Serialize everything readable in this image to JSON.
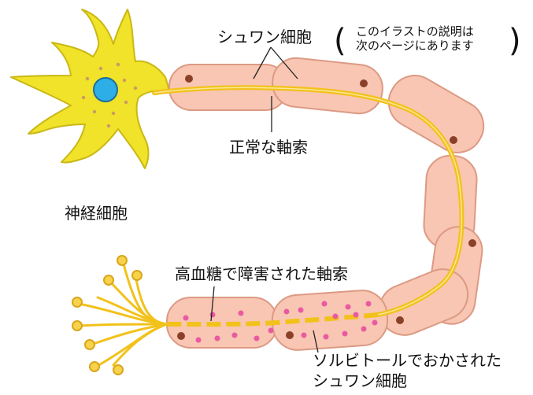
{
  "labels": {
    "schwann_cell": "シュワン細胞",
    "schwann_note_line1": "このイラストの説明は",
    "schwann_note_line2": "次のページにあります",
    "paren_open": "(",
    "paren_close": ")",
    "normal_axon": "正常な軸索",
    "neuron": "神経細胞",
    "damaged_axon": "高血糖で障害された軸索",
    "sorbitol_cell_line1": "ソルビトールでおかされた",
    "sorbitol_cell_line2": "シュワン細胞"
  },
  "colors": {
    "neuron_body": "#f1e22a",
    "neuron_outline": "#c9b814",
    "nucleus": "#2eaee6",
    "axon": "#f2c21b",
    "schwann_fill": "#f8c6b2",
    "schwann_outline": "#dc9a84",
    "schwann_nucleus": "#8b4028",
    "sorbitol_dot": "#ea5aa2",
    "dendrite_dot": "#c99a64"
  }
}
